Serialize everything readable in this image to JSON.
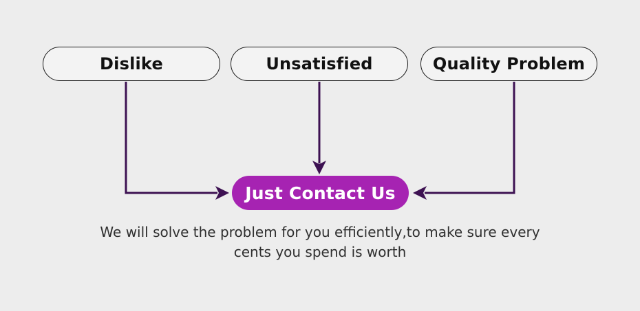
{
  "colors": {
    "page_bg": "#ededed",
    "pill_bg": "#f3f3f3",
    "pill_border": "#1a1a1a",
    "pill_text": "#111111",
    "accent": "#a623b2",
    "accent_text": "#ffffff",
    "arrow": "#3d1152",
    "caption_text": "#2f2f2f"
  },
  "diagram": {
    "sources": [
      {
        "label": "Dislike"
      },
      {
        "label": "Unsatisfied"
      },
      {
        "label": "Quality Problem"
      }
    ],
    "target": {
      "label": "Just Contact Us"
    },
    "caption": {
      "line1": "We will solve the problem for you efficiently,to make sure every",
      "line2": "cents you spend is worth"
    }
  }
}
